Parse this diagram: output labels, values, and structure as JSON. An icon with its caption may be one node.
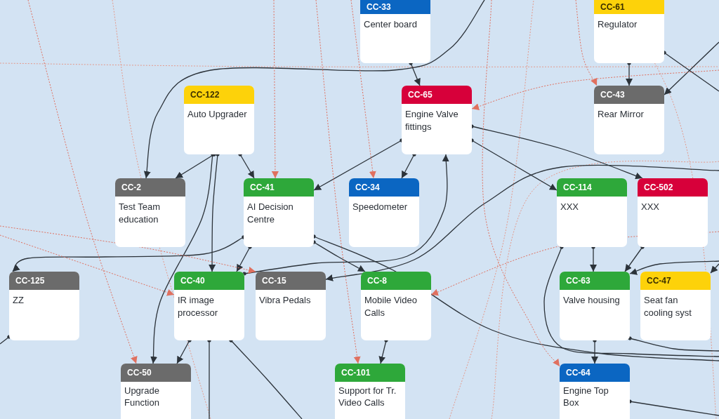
{
  "diagram": {
    "nodes": [
      {
        "text": [
          "CC-33",
          "Center board"
        ]
      },
      {
        "text": [
          "CC-61",
          "Regulator"
        ]
      },
      {
        "text": [
          "CC-122",
          "Auto Upgrader"
        ]
      },
      {
        "text": [
          "CC-65",
          "Engine Valve fittings"
        ]
      },
      {
        "text": [
          "CC-43",
          "Rear Mirror"
        ]
      },
      {
        "text": [
          "CC-2",
          "Test Team education"
        ]
      },
      {
        "text": [
          "CC-41",
          "AI Decision Centre"
        ]
      },
      {
        "text": [
          "CC-34",
          "Speedometer"
        ]
      },
      {
        "text": [
          "CC-114",
          "XXX"
        ]
      },
      {
        "text": [
          "CC-502",
          "XXX"
        ]
      },
      {
        "text": [
          "CC-125",
          "ZZ"
        ]
      },
      {
        "text": [
          "CC-40",
          "IR image processor"
        ]
      },
      {
        "text": [
          "CC-15",
          "Vibra Pedals"
        ]
      },
      {
        "text": [
          "CC-8",
          "Mobile Video Calls"
        ]
      },
      {
        "text": [
          "CC-63",
          "Valve housing"
        ]
      },
      {
        "text": [
          "CC-47",
          "Seat fan cooling syst"
        ]
      },
      {
        "text": [
          "CC-50",
          "Upgrade Function"
        ]
      },
      {
        "text": [
          "CC-101",
          "Support for Tr. Video Calls"
        ]
      },
      {
        "text": [
          "CC-64",
          "Engine Top Box"
        ]
      }
    ],
    "edges": [
      {
        "from": 0,
        "to": 3,
        "arrow": "to"
      },
      {
        "from": 1,
        "to": 4,
        "arrow": "to"
      },
      {
        "from": 2,
        "to": 5,
        "arrow": "to"
      },
      {
        "from": 2,
        "to": 6,
        "arrow": "to"
      },
      {
        "from": 2,
        "to": 11,
        "arrow": "to"
      },
      {
        "from": 2,
        "to": 16,
        "arrow": "to"
      },
      {
        "from": 3,
        "to": 6,
        "arrow": "to"
      },
      {
        "from": 3,
        "to": 7,
        "arrow": "to"
      },
      {
        "from": 3,
        "to": 8,
        "arrow": "to"
      },
      {
        "from": 3,
        "to": 9,
        "arrow": "to"
      },
      {
        "from": 6,
        "to": 11,
        "arrow": "to"
      },
      {
        "from": 6,
        "to": 13,
        "arrow": "to"
      },
      {
        "from": 6,
        "to": 10,
        "arrow": "to"
      },
      {
        "from": 6,
        "to": null,
        "arrow": "other"
      },
      {
        "from": null,
        "to": 5,
        "arrow": "to"
      },
      {
        "from": 1,
        "to": null,
        "arrow": "other"
      },
      {
        "from": null,
        "to": 4,
        "arrow": "to"
      },
      {
        "from": 8,
        "to": null,
        "arrow": "other"
      },
      {
        "from": 8,
        "to": 14,
        "arrow": "to"
      },
      {
        "from": 9,
        "to": 14,
        "arrow": "to"
      },
      {
        "from": null,
        "to": 14,
        "arrow": "to"
      },
      {
        "from": null,
        "to": 15,
        "arrow": "to"
      },
      {
        "from": 14,
        "to": 18,
        "arrow": "to"
      },
      {
        "from": 14,
        "to": null,
        "arrow": "other"
      },
      {
        "from": 18,
        "to": null,
        "arrow": "other"
      },
      {
        "from": 11,
        "to": 16,
        "arrow": "to"
      },
      {
        "from": 11,
        "to": null,
        "arrow": "other"
      },
      {
        "from": 11,
        "to": null,
        "arrow": "other"
      },
      {
        "from": 13,
        "to": 17,
        "arrow": "to"
      },
      {
        "from": 10,
        "to": null,
        "arrow": "other"
      },
      {
        "from": 11,
        "to": 3,
        "arrow": "to"
      },
      {
        "from": null,
        "to": 12,
        "arrow": "to"
      },
      {
        "from": null,
        "to": 6,
        "arrow": "to",
        "style": "dashed",
        "color": "#e0705f"
      },
      {
        "from": null,
        "to": 7,
        "arrow": "to",
        "style": "dashed",
        "color": "#e0705f"
      },
      {
        "from": null,
        "to": 4,
        "arrow": "to",
        "style": "dashed",
        "color": "#e0705f"
      },
      {
        "from": null,
        "to": 3,
        "arrow": "to",
        "style": "dashed",
        "color": "#e0705f"
      },
      {
        "from": null,
        "to": 11,
        "arrow": "to",
        "style": "dashed",
        "color": "#e0705f"
      },
      {
        "from": null,
        "to": 12,
        "arrow": "to",
        "style": "dashed",
        "color": "#e0705f"
      },
      {
        "from": null,
        "to": 16,
        "arrow": "to",
        "style": "dashed",
        "color": "#e0705f"
      },
      {
        "from": null,
        "to": 17,
        "arrow": "to",
        "style": "dashed",
        "color": "#e0705f"
      },
      {
        "from": null,
        "to": 13,
        "arrow": "to",
        "style": "dashed",
        "color": "#e0705f"
      },
      {
        "from": null,
        "to": 18,
        "arrow": "to",
        "style": "dashed",
        "color": "#e0705f"
      }
    ]
  }
}
